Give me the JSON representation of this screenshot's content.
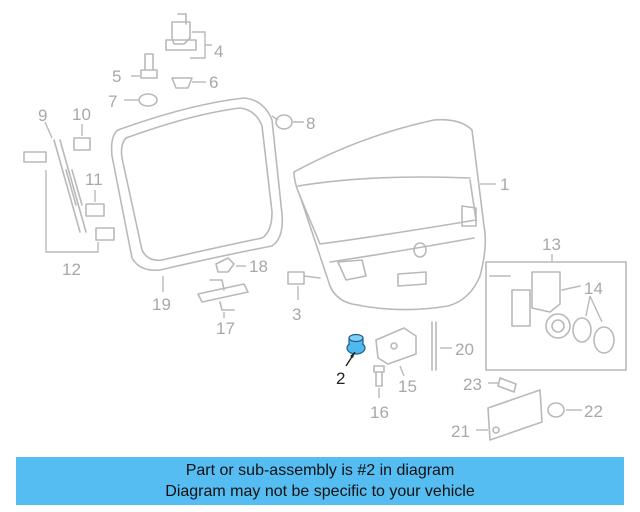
{
  "diagram": {
    "highlighted_part": "2",
    "highlight_color": "#4fb8ef",
    "callouts": {
      "c1": "1",
      "c2": "2",
      "c3": "3",
      "c4": "4",
      "c5": "5",
      "c6": "6",
      "c7": "7",
      "c8": "8",
      "c9": "9",
      "c10": "10",
      "c11": "11",
      "c12": "12",
      "c13": "13",
      "c14": "14",
      "c15": "15",
      "c16": "16",
      "c17": "17",
      "c18": "18",
      "c19": "19",
      "c20": "20",
      "c21": "21",
      "c22": "22",
      "c23": "23"
    }
  },
  "banner": {
    "line1": "Part or sub-assembly is #2 in diagram",
    "line2": "Diagram may not be specific to your vehicle",
    "background": "#55bdf2"
  }
}
